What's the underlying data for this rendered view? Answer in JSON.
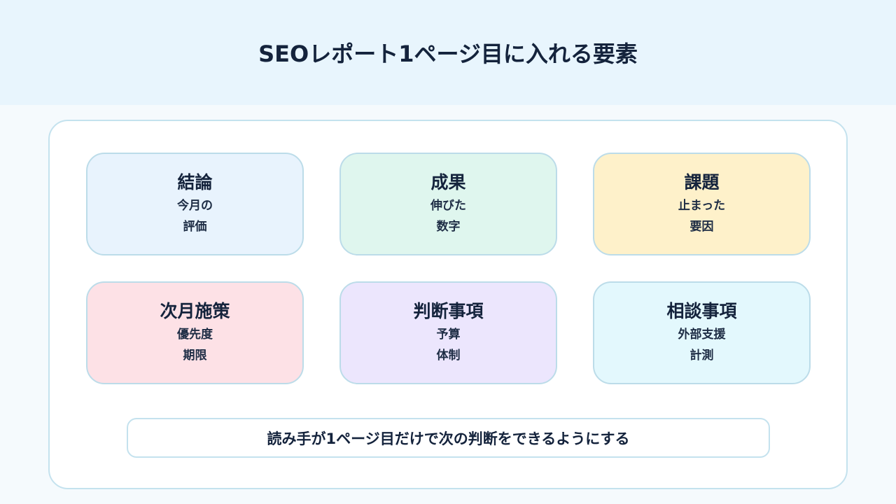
{
  "header": {
    "title": "SEOレポート1ページ目に入れる要素"
  },
  "cards": [
    {
      "title": "結論",
      "lines": [
        "今月の",
        "評価"
      ],
      "color": "#e8f3fd"
    },
    {
      "title": "成果",
      "lines": [
        "伸びた",
        "数字"
      ],
      "color": "#dff6ee"
    },
    {
      "title": "課題",
      "lines": [
        "止まった",
        "要因"
      ],
      "color": "#fef1ca"
    },
    {
      "title": "次月施策",
      "lines": [
        "優先度",
        "期限"
      ],
      "color": "#fde1e6"
    },
    {
      "title": "判断事項",
      "lines": [
        "予算",
        "体制"
      ],
      "color": "#ece6fd"
    },
    {
      "title": "相談事項",
      "lines": [
        "外部支援",
        "計測"
      ],
      "color": "#e3f8fd"
    }
  ],
  "summary": {
    "text": "読み手が1ページ目だけで次の判断をできるようにする"
  }
}
